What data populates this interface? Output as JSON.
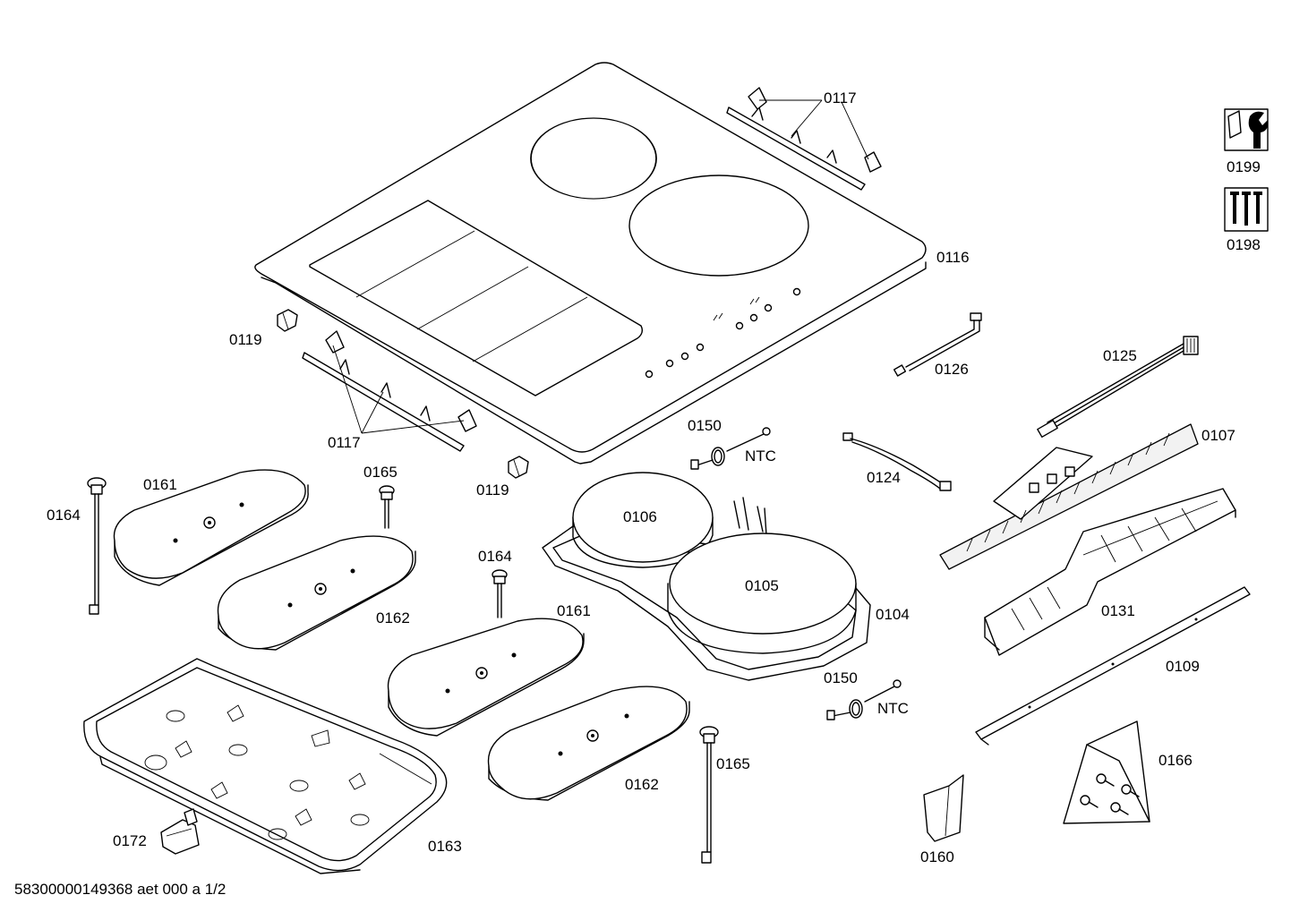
{
  "labels": {
    "p0117_top": "0117",
    "p0116": "0116",
    "p0119_left": "0119",
    "p0117_left": "0117",
    "p0119_mid": "0119",
    "p0126": "0126",
    "p0125": "0125",
    "p0150_top": "0150",
    "ntc_top": "NTC",
    "p0124": "0124",
    "p0107": "0107",
    "p0199": "0199",
    "p0198": "0198",
    "p0161_left": "0161",
    "p0164_left": "0164",
    "p0165_top": "0165",
    "p0162_left": "0162",
    "p0106": "0106",
    "p0105": "0105",
    "p0104": "0104",
    "p0164_mid": "0164",
    "p0161_mid": "0161",
    "p0131": "0131",
    "p0109": "0109",
    "p0150_bottom": "0150",
    "ntc_bottom": "NTC",
    "p0165_bottom": "0165",
    "p0162_mid": "0162",
    "p0166": "0166",
    "p0172": "0172",
    "p0163": "0163",
    "p0160": "0160"
  },
  "footer": {
    "doc_id": "58300000149368 aet 000 a 1/2"
  },
  "icons": {
    "tool_kit": "wrench-nut-icon",
    "screw_set": "screws-icon"
  }
}
